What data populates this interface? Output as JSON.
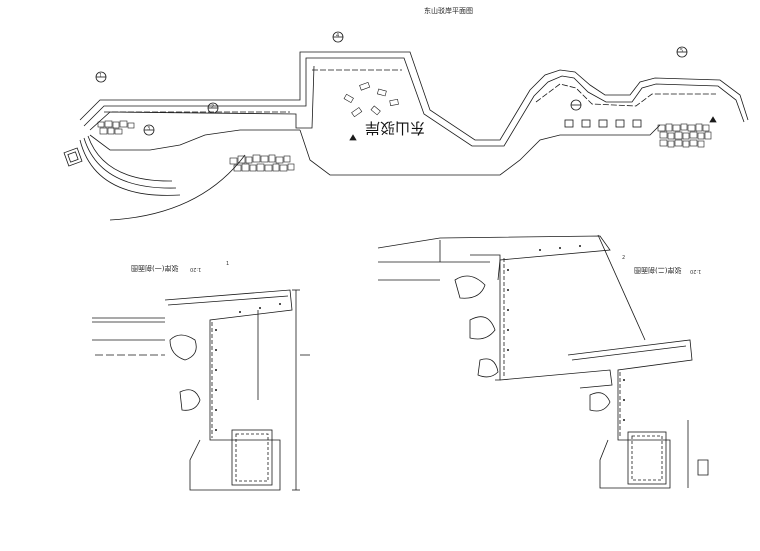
{
  "sheet": {
    "title": "东山驳岸平面图",
    "plaza_label": "东山驳岸",
    "section_1_title": "驳岸(一)剖面图",
    "section_1_scale": "1:20",
    "section_1_marker": "1",
    "section_2_title": "驳岸(二)剖面图",
    "section_2_scale": "1:20",
    "section_2_marker": "2"
  },
  "markers": [
    "1",
    "2",
    "3",
    "4",
    "5"
  ],
  "colors": {
    "line": "#1a1a1a",
    "hatch": "#333333",
    "fill": "#444444"
  }
}
